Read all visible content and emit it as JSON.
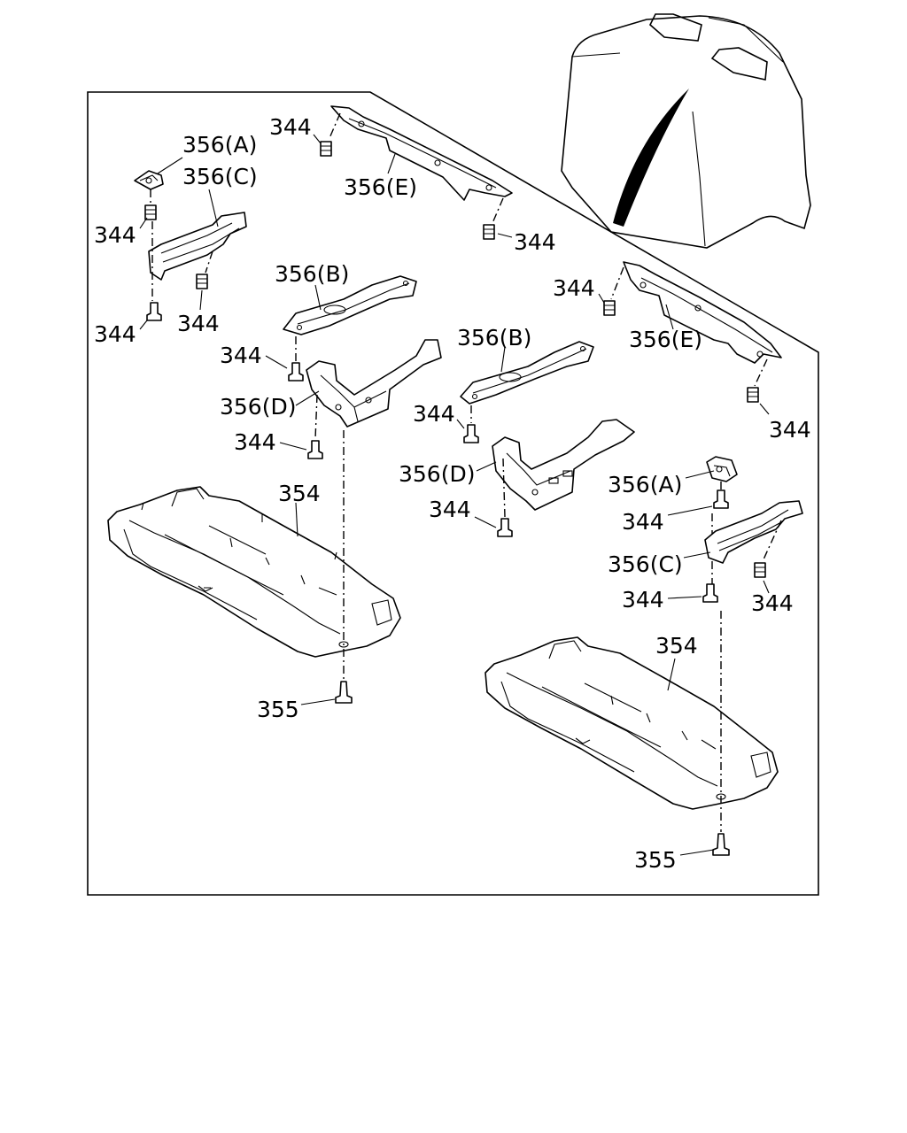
{
  "labels": {
    "l01": "356(A)",
    "l02": "356(C)",
    "l03": "344",
    "l04": "344",
    "l05": "344",
    "l06": "344",
    "l07": "356(E)",
    "l08": "344",
    "l09": "356(B)",
    "l10": "344",
    "l11": "356(D)",
    "l12": "344",
    "l13": "354",
    "l14": "355",
    "l15": "356(B)",
    "l16": "344",
    "l17": "356(D)",
    "l18": "344",
    "l19": "344",
    "l20": "356(E)",
    "l21": "344",
    "l22": "356(A)",
    "l23": "344",
    "l24": "356(C)",
    "l25": "344",
    "l26": "344",
    "l27": "354",
    "l28": "355"
  }
}
